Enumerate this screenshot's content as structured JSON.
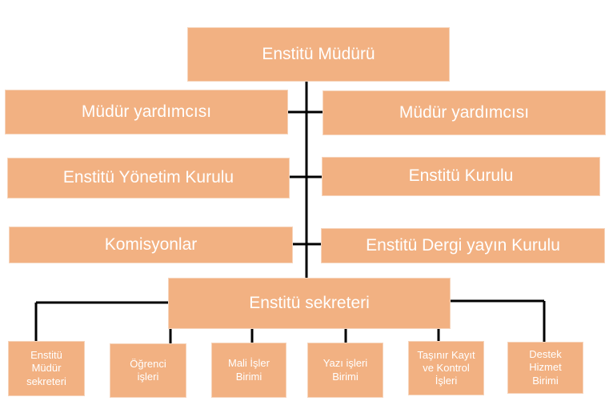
{
  "colors": {
    "box_fill": "#f2b182",
    "line": "#000000",
    "text": "#ffffff"
  },
  "org": {
    "director": "Enstitü Müdürü",
    "left": {
      "deputy": "Müdür yardımcısı",
      "board": "Enstitü Yönetim Kurulu",
      "commissions": "Komisyonlar"
    },
    "right": {
      "deputy": "Müdür yardımcısı",
      "council": "Enstitü Kurulu",
      "journal": "Enstitü Dergi yayın Kurulu"
    },
    "secretary": "Enstitü sekreteri",
    "units": [
      "Enstitü\nMüdür\nsekreteri",
      "Öğrenci\nişleri",
      "Mali İşler\nBirimi",
      "Yazı işleri\nBirimi",
      "Taşınır Kayıt\nve Kontrol\nİşleri",
      "Destek\nHizmet\nBirimi"
    ]
  }
}
